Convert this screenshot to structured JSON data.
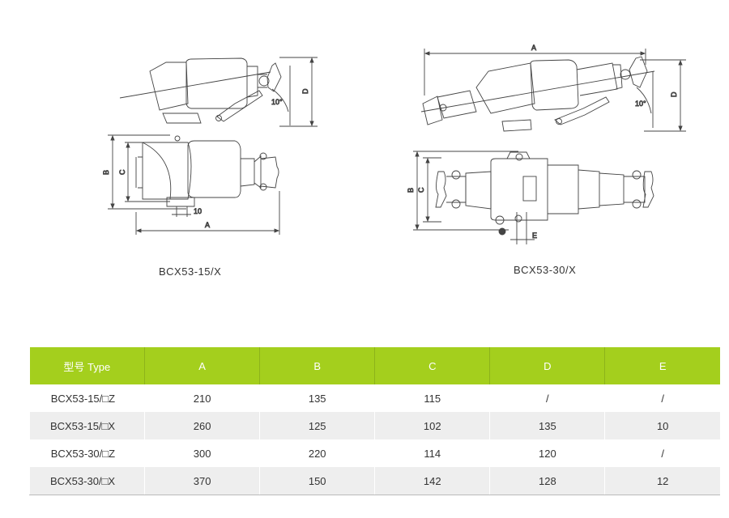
{
  "drawings": {
    "left": {
      "caption": "BCX53-15/X",
      "side_labels": {
        "d": "D",
        "angle": "10°"
      },
      "top_labels": {
        "a": "A",
        "b": "B",
        "c": "C",
        "e": "10"
      }
    },
    "right": {
      "caption": "BCX53-30/X",
      "side_labels": {
        "a": "A",
        "d": "D",
        "angle": "10°"
      },
      "top_labels": {
        "b": "B",
        "c": "C",
        "e": "E"
      }
    }
  },
  "table": {
    "headers": [
      "型号 Type",
      "A",
      "B",
      "C",
      "D",
      "E"
    ],
    "rows": [
      [
        "BCX53-15/□Z",
        "210",
        "135",
        "115",
        "/",
        "/"
      ],
      [
        "BCX53-15/□X",
        "260",
        "125",
        "102",
        "135",
        "10"
      ],
      [
        "BCX53-30/□Z",
        "300",
        "220",
        "114",
        "120",
        "/"
      ],
      [
        "BCX53-30/□X",
        "370",
        "150",
        "142",
        "128",
        "12"
      ]
    ]
  },
  "colors": {
    "header_bg": "#a4cf1d",
    "stripe": "#eeeeee",
    "line": "#444444"
  }
}
